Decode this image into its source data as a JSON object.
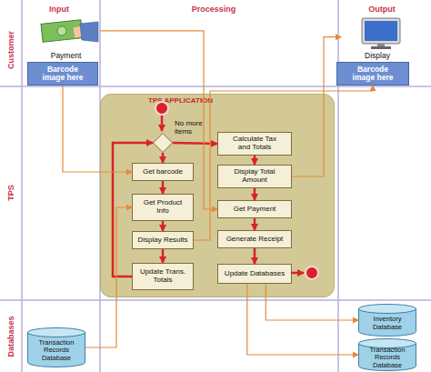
{
  "diagram": {
    "nodes": [
      {
        "text": [
          "Payment"
        ]
      },
      {
        "text": [
          "Barcode image here"
        ]
      },
      {
        "text": [
          "Display"
        ]
      },
      {
        "text": [
          "Barcode image here"
        ]
      },
      {
        "text": [
          "TPS APPLICATION"
        ]
      },
      {
        "text": [
          "No more items"
        ],
        "in": 4
      },
      {
        "text": [
          "Get barcode"
        ],
        "in": 4
      },
      {
        "text": [
          "Get Product Info"
        ],
        "in": 4
      },
      {
        "text": [
          "Display Results"
        ],
        "in": 4
      },
      {
        "text": [
          "Update Trans. Totals"
        ],
        "in": 4
      },
      {
        "text": [
          "Calculate Tax and Totals"
        ],
        "in": 4
      },
      {
        "text": [
          "Display Total Amount"
        ],
        "in": 4
      },
      {
        "text": [
          "Get Payment"
        ],
        "in": 4
      },
      {
        "text": [
          "Generate Receipt"
        ],
        "in": 4
      },
      {
        "text": [
          "Update Databases"
        ],
        "in": 4
      },
      {
        "text": [
          "Transaction Records Database"
        ]
      },
      {
        "text": [
          "Inventory Database"
        ]
      },
      {
        "text": [
          "Transaction Records Database"
        ]
      }
    ],
    "edges": [
      {
        "from": 5,
        "to": 6,
        "arrow": "to"
      },
      {
        "from": 6,
        "to": 7,
        "arrow": "to"
      },
      {
        "from": 7,
        "to": 8,
        "arrow": "to"
      },
      {
        "from": 8,
        "to": 9,
        "arrow": "to"
      },
      {
        "from": 9,
        "to": 5,
        "arrow": "to"
      },
      {
        "from": 5,
        "to": 10,
        "arrow": "to"
      },
      {
        "from": 10,
        "to": 11,
        "arrow": "to"
      },
      {
        "from": 11,
        "to": 12,
        "arrow": "to"
      },
      {
        "from": 12,
        "to": 13,
        "arrow": "to"
      },
      {
        "from": 13,
        "to": 14,
        "arrow": "to"
      },
      {
        "from": 1,
        "to": 6,
        "arrow": "to"
      },
      {
        "from": 0,
        "to": 12,
        "arrow": "to"
      },
      {
        "from": 11,
        "to": 2,
        "arrow": "to"
      },
      {
        "from": 8,
        "to": 3,
        "arrow": "to"
      },
      {
        "from": 15,
        "to": 7,
        "arrow": "to"
      },
      {
        "from": 14,
        "to": 16,
        "arrow": "to"
      },
      {
        "from": 14,
        "to": 17,
        "arrow": "to"
      }
    ],
    "labels": [
      "Input",
      "Processing",
      "Output",
      "Customer",
      "TPS",
      "Databases"
    ]
  }
}
